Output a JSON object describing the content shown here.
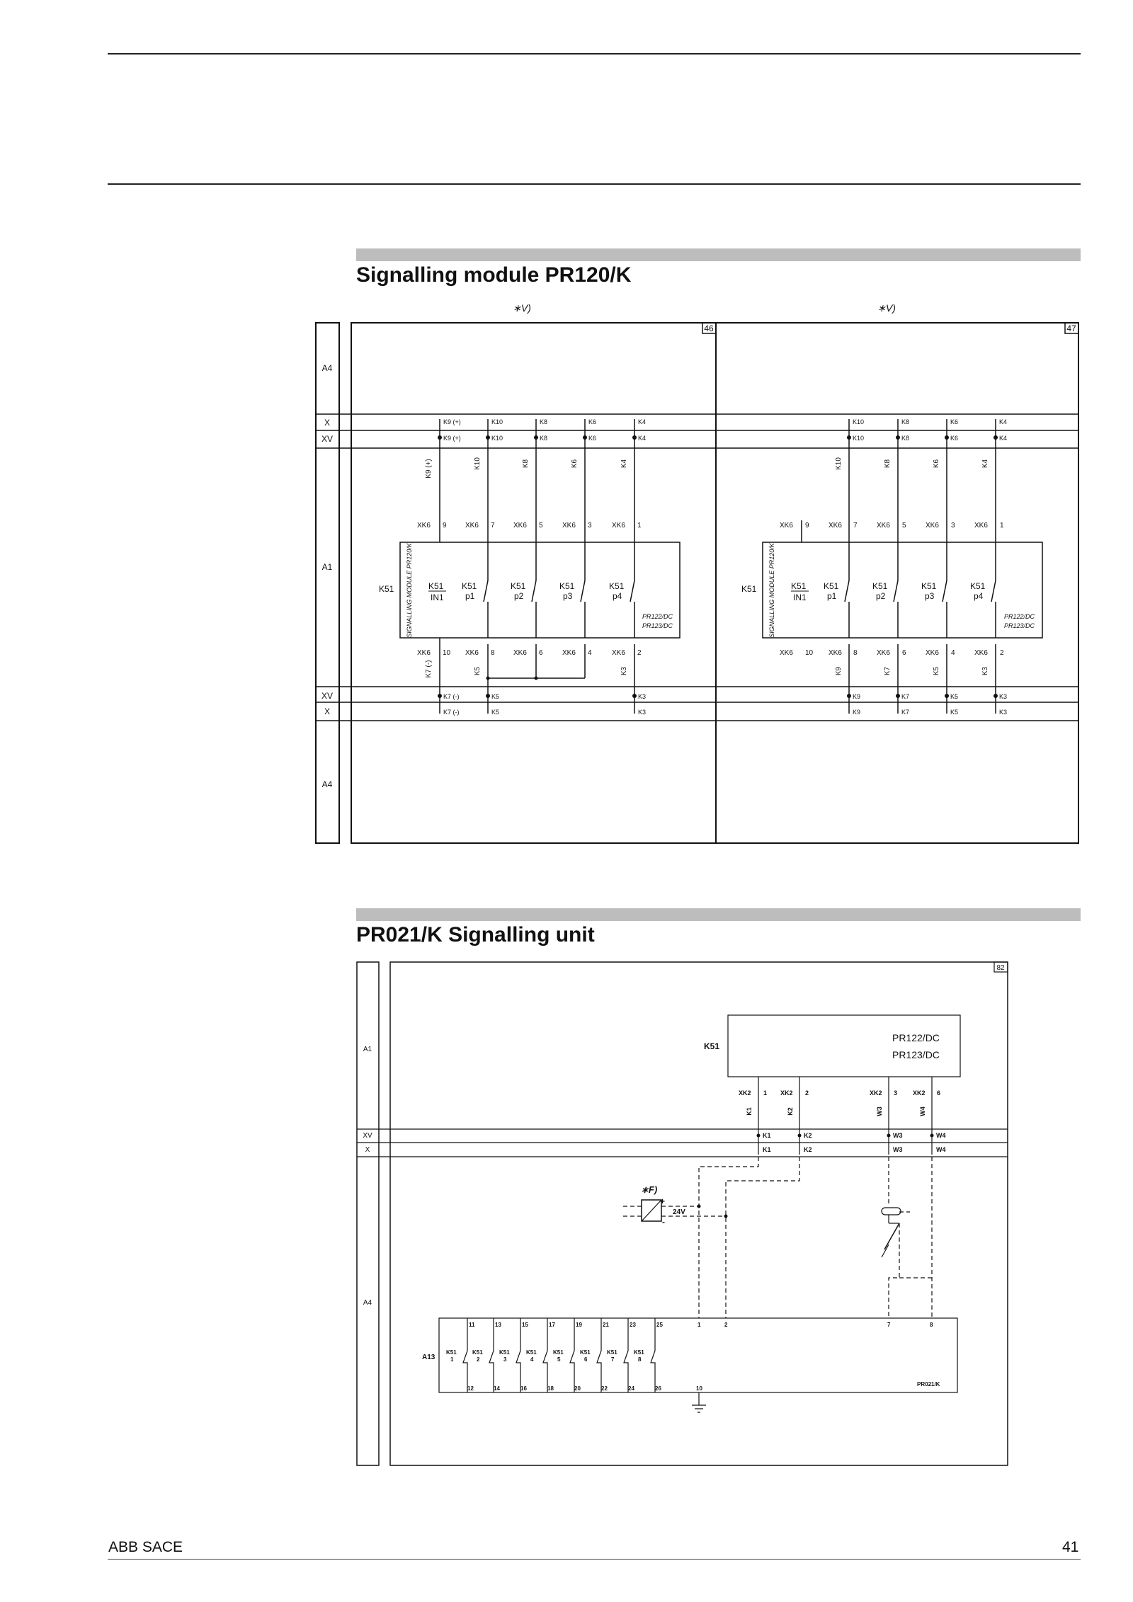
{
  "sections": [
    {
      "title": "Signalling module PR120/K"
    },
    {
      "title": "PR021/K Signalling unit"
    }
  ],
  "schematic1": {
    "star_note": "∗V)",
    "sheet_numbers": [
      "46",
      "47"
    ],
    "rail_labels": [
      "A4",
      "X",
      "XV",
      "A1",
      "XV",
      "X",
      "A4"
    ],
    "component": "K51",
    "module_label": "SIGNALLING MODULE PR120/K",
    "model_lines": [
      "PR122/DC",
      "PR123/DC"
    ],
    "left": {
      "top_terminals": [
        "K9 (+)",
        "K10",
        "K8",
        "K6",
        "K4"
      ],
      "top_vertical": [
        "K9 (+)",
        "K10",
        "K8",
        "K6",
        "K4"
      ],
      "xk_top": [
        "XK6",
        "XK6",
        "XK6",
        "XK6",
        "XK6"
      ],
      "xk_top_num": [
        "9",
        "7",
        "5",
        "3",
        "1"
      ],
      "contacts": [
        {
          "name": "K51",
          "sub": "IN1"
        },
        {
          "name": "K51",
          "sub": "p1"
        },
        {
          "name": "K51",
          "sub": "p2"
        },
        {
          "name": "K51",
          "sub": "p3"
        },
        {
          "name": "K51",
          "sub": "p4"
        }
      ],
      "xk_bot": [
        "XK6",
        "XK6",
        "XK6",
        "XK6",
        "XK6"
      ],
      "xk_bot_num": [
        "10",
        "8",
        "6",
        "4",
        "2"
      ],
      "bot_vertical": [
        "K7 (-)",
        "K5",
        "K3"
      ],
      "bot_terminals": [
        "K7 (-)",
        "K5",
        "K3"
      ]
    },
    "right": {
      "top_terminals": [
        "K10",
        "K8",
        "K6",
        "K4"
      ],
      "top_vertical": [
        "K10",
        "K8",
        "K6",
        "K4"
      ],
      "xk_top": [
        "XK6",
        "XK6",
        "XK6",
        "XK6",
        "XK6"
      ],
      "xk_top_num": [
        "9",
        "7",
        "5",
        "3",
        "1"
      ],
      "contacts": [
        {
          "name": "K51",
          "sub": "IN1"
        },
        {
          "name": "K51",
          "sub": "p1"
        },
        {
          "name": "K51",
          "sub": "p2"
        },
        {
          "name": "K51",
          "sub": "p3"
        },
        {
          "name": "K51",
          "sub": "p4"
        }
      ],
      "xk_bot": [
        "XK6",
        "XK6",
        "XK6",
        "XK6",
        "XK6"
      ],
      "xk_bot_num": [
        "10",
        "8",
        "6",
        "4",
        "2"
      ],
      "bot_vertical": [
        "K9",
        "K7",
        "K5",
        "K3"
      ],
      "bot_terminals": [
        "K9",
        "K7",
        "K5",
        "K3"
      ]
    }
  },
  "schematic2": {
    "sheet_number": "82",
    "rail_labels": [
      "A1",
      "XV",
      "X",
      "A4"
    ],
    "component": "K51",
    "model_lines": [
      "PR122/DC",
      "PR123/DC"
    ],
    "xk": [
      {
        "name": "XK2",
        "num": "1"
      },
      {
        "name": "XK2",
        "num": "2"
      },
      {
        "name": "XK2",
        "num": "3"
      },
      {
        "name": "XK2",
        "num": "6"
      }
    ],
    "verticals": [
      "K1",
      "K2",
      "W3",
      "W4"
    ],
    "xv_terminals": [
      "K1",
      "K2",
      "W3",
      "W4"
    ],
    "x_terminals": [
      "K1",
      "K2",
      "W3",
      "W4"
    ],
    "star_note": "∗F)",
    "supply": {
      "plus": "+",
      "minus": "-",
      "voltage": "24V"
    },
    "unit": {
      "name": "A13",
      "top_pins": [
        "11",
        "13",
        "15",
        "17",
        "19",
        "21",
        "23",
        "25",
        "1",
        "2",
        "7",
        "8"
      ],
      "contacts": [
        {
          "name": "K51",
          "sub": "1"
        },
        {
          "name": "K51",
          "sub": "2"
        },
        {
          "name": "K51",
          "sub": "3"
        },
        {
          "name": "K51",
          "sub": "4"
        },
        {
          "name": "K51",
          "sub": "5"
        },
        {
          "name": "K51",
          "sub": "6"
        },
        {
          "name": "K51",
          "sub": "7"
        },
        {
          "name": "K51",
          "sub": "8"
        }
      ],
      "bottom_pins": [
        "12",
        "14",
        "16",
        "18",
        "20",
        "22",
        "24",
        "26",
        "10"
      ],
      "label": "PR021/K"
    }
  },
  "footer": {
    "company": "ABB SACE",
    "page": "41"
  }
}
